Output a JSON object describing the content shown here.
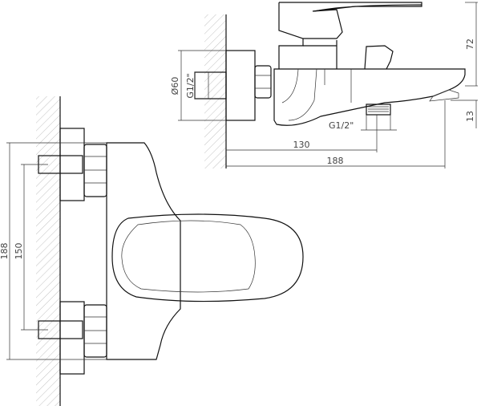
{
  "top_view": {
    "dim_height_handle": "72",
    "dim_spout_drop": "13",
    "dim_flange_diameter": "Ø60",
    "dim_inlet_thread": "G1/2\"",
    "dim_outlet_thread": "G1/2\"",
    "dim_outlet_distance": "130",
    "dim_total_length": "188"
  },
  "front_view": {
    "dim_total_height": "188",
    "dim_inlet_spacing": "150"
  }
}
